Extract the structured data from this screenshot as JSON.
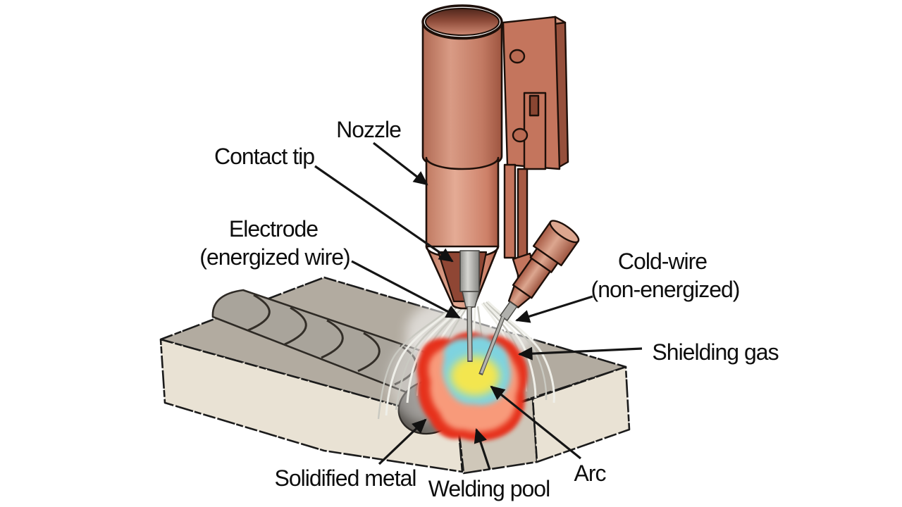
{
  "figure": {
    "type": "technical-illustration",
    "subject": "Cold-wire gas metal arc welding process diagram",
    "background": "#ffffff"
  },
  "labels": {
    "nozzle": "Nozzle",
    "contact_tip": "Contact tip",
    "electrode_line1": "Electrode",
    "electrode_line2": "(energized wire)",
    "cold_wire_line1": "Cold-wire",
    "cold_wire_line2": "(non-energized)",
    "shielding_gas": "Shielding gas",
    "solidified_metal": "Solidified metal",
    "welding_pool": "Welding pool",
    "arc": "Arc"
  },
  "colors": {
    "torch_copper": "#c98872",
    "torch_copper_dark": "#a85a44",
    "torch_copper_light": "#dca68f",
    "contact_tip_gray": "#b8b8b4",
    "wire_gray": "#b4b4af",
    "workpiece_top": "#b2aba0",
    "workpiece_front": "#e9e2d4",
    "workpiece_side": "#d0c8ba",
    "weld_bead": "#a9a49b",
    "solidified_metal_dark": "#6e6a64",
    "pool_red": "#e6311f",
    "pool_orange": "#f89a7a",
    "arc_cyan": "#7ed3e0",
    "arc_core_yellow": "#f3e64f",
    "shielding_gas_white": "#efefe9",
    "outline": "#151515"
  }
}
